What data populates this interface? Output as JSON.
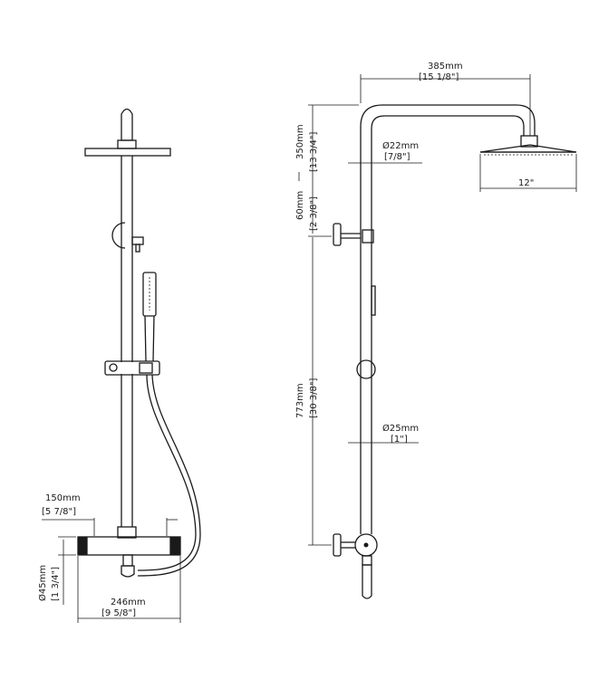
{
  "colors": {
    "line": "#1a1a1a",
    "background": "#ffffff"
  },
  "front_view": {
    "valve_spacing": {
      "metric": "150mm",
      "imperial": "[5 7/8\"]"
    },
    "mixer_diameter": {
      "metric": "Ø45mm",
      "imperial": "[1 3/4\"]"
    },
    "mixer_width": {
      "metric": "246mm",
      "imperial": "[9 5/8\"]"
    }
  },
  "side_view": {
    "arm_reach": {
      "metric": "385mm",
      "imperial": "[15 1/8\"]"
    },
    "arm_height": {
      "metric": "350mm",
      "imperial": "[13 3/4\"]"
    },
    "upper_pipe_diameter": {
      "metric": "Ø22mm",
      "imperial": "[7/8\"]"
    },
    "head_size": {
      "imperial": "12\""
    },
    "bracket_offset": {
      "metric": "60mm",
      "imperial": "[2 3/8\"]"
    },
    "riser_length": {
      "metric": "773mm",
      "imperial": "[30 3/8\"]"
    },
    "lower_pipe_diameter": {
      "metric": "Ø25mm",
      "imperial": "[1\"]"
    }
  }
}
